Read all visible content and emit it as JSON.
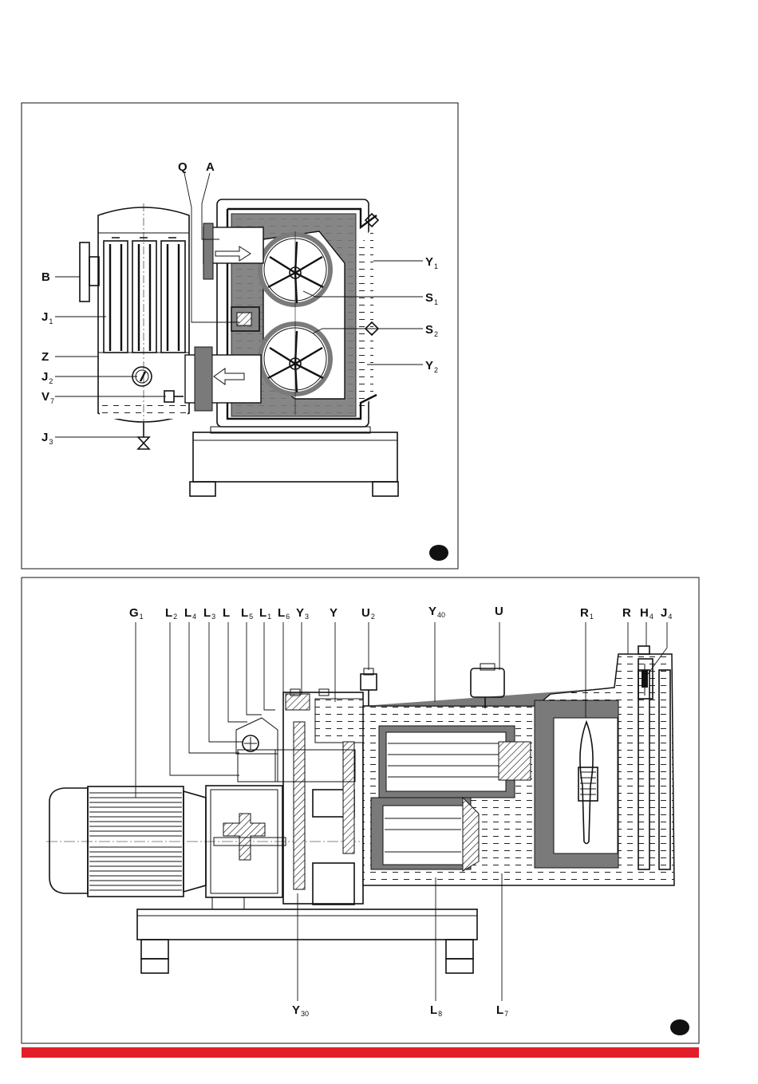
{
  "figure1": {
    "labels": {
      "Q": {
        "main": "Q",
        "sub": ""
      },
      "A": {
        "main": "A",
        "sub": ""
      },
      "B": {
        "main": "B",
        "sub": ""
      },
      "J1": {
        "main": "J",
        "sub": "1"
      },
      "Z": {
        "main": "Z",
        "sub": ""
      },
      "J2": {
        "main": "J",
        "sub": "2"
      },
      "V7": {
        "main": "V",
        "sub": "7"
      },
      "J3": {
        "main": "J",
        "sub": "3"
      },
      "Y1": {
        "main": "Y",
        "sub": "1"
      },
      "S1": {
        "main": "S",
        "sub": "1"
      },
      "S2": {
        "main": "S",
        "sub": "2"
      },
      "Y2": {
        "main": "Y",
        "sub": "2"
      }
    }
  },
  "figure2": {
    "labels": {
      "G1": {
        "main": "G",
        "sub": "1"
      },
      "L2": {
        "main": "L",
        "sub": "2"
      },
      "L4": {
        "main": "L",
        "sub": "4"
      },
      "L3": {
        "main": "L",
        "sub": "3"
      },
      "L": {
        "main": "L",
        "sub": ""
      },
      "L5": {
        "main": "L",
        "sub": "5"
      },
      "L1": {
        "main": "L",
        "sub": "1"
      },
      "L6": {
        "main": "L",
        "sub": "6"
      },
      "Y3": {
        "main": "Y",
        "sub": "3"
      },
      "Y": {
        "main": "Y",
        "sub": ""
      },
      "U2": {
        "main": "U",
        "sub": "2"
      },
      "Y40": {
        "main": "Y",
        "sub": "40"
      },
      "U": {
        "main": "U",
        "sub": ""
      },
      "R1": {
        "main": "R",
        "sub": "1"
      },
      "R": {
        "main": "R",
        "sub": ""
      },
      "H4": {
        "main": "H",
        "sub": "4"
      },
      "J4": {
        "main": "J",
        "sub": "4"
      },
      "Y30": {
        "main": "Y",
        "sub": "30"
      },
      "L8": {
        "main": "L",
        "sub": "8"
      },
      "L7": {
        "main": "L",
        "sub": "7"
      }
    }
  },
  "colors": {
    "accent_bar": "#e31e2b",
    "ink": "#111111",
    "wall": "#7a7a7a"
  },
  "icons": [
    "figure-marker-dot",
    "valve-symbol",
    "flow-arrow"
  ]
}
